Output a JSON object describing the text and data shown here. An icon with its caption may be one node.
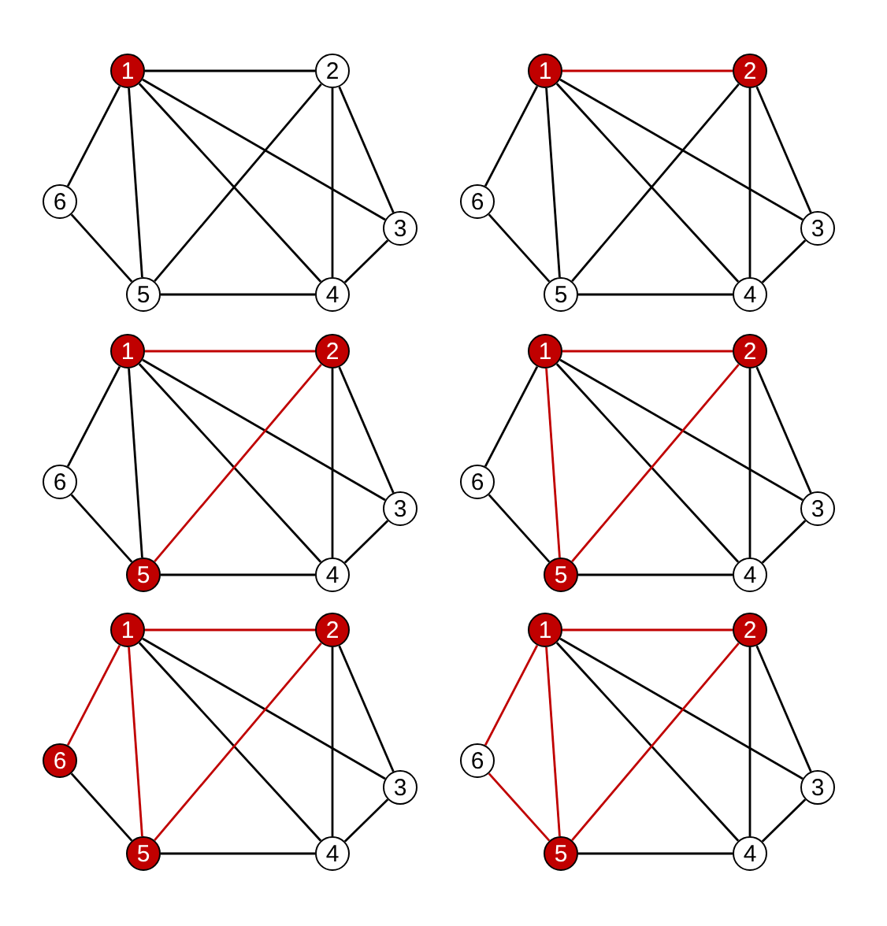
{
  "diagram": {
    "nodes": [
      {
        "text": [
          "1"
        ]
      },
      {
        "text": [
          "2"
        ]
      },
      {
        "text": [
          "3"
        ]
      },
      {
        "text": [
          "4"
        ]
      },
      {
        "text": [
          "5"
        ]
      },
      {
        "text": [
          "6"
        ]
      },
      {
        "text": [
          "1"
        ]
      },
      {
        "text": [
          "2"
        ]
      },
      {
        "text": [
          "3"
        ]
      },
      {
        "text": [
          "4"
        ]
      },
      {
        "text": [
          "5"
        ]
      },
      {
        "text": [
          "6"
        ]
      },
      {
        "text": [
          "1"
        ]
      },
      {
        "text": [
          "2"
        ]
      },
      {
        "text": [
          "3"
        ]
      },
      {
        "text": [
          "4"
        ]
      },
      {
        "text": [
          "5"
        ]
      },
      {
        "text": [
          "6"
        ]
      },
      {
        "text": [
          "1"
        ]
      },
      {
        "text": [
          "2"
        ]
      },
      {
        "text": [
          "3"
        ]
      },
      {
        "text": [
          "4"
        ]
      },
      {
        "text": [
          "5"
        ]
      },
      {
        "text": [
          "6"
        ]
      },
      {
        "text": [
          "1"
        ]
      },
      {
        "text": [
          "2"
        ]
      },
      {
        "text": [
          "3"
        ]
      },
      {
        "text": [
          "4"
        ]
      },
      {
        "text": [
          "5"
        ]
      },
      {
        "text": [
          "6"
        ]
      },
      {
        "text": [
          "1"
        ]
      },
      {
        "text": [
          "2"
        ]
      },
      {
        "text": [
          "3"
        ]
      },
      {
        "text": [
          "4"
        ]
      },
      {
        "text": [
          "5"
        ]
      },
      {
        "text": [
          "6"
        ]
      }
    ],
    "edges": [
      {
        "from": 0,
        "to": 1,
        "arrow": "none"
      },
      {
        "from": 0,
        "to": 5,
        "arrow": "none"
      },
      {
        "from": 0,
        "to": 4,
        "arrow": "none"
      },
      {
        "from": 0,
        "to": 3,
        "arrow": "none"
      },
      {
        "from": 0,
        "to": 2,
        "arrow": "none"
      },
      {
        "from": 1,
        "to": 4,
        "arrow": "none"
      },
      {
        "from": 1,
        "to": 3,
        "arrow": "none"
      },
      {
        "from": 1,
        "to": 2,
        "arrow": "none"
      },
      {
        "from": 5,
        "to": 4,
        "arrow": "none"
      },
      {
        "from": 4,
        "to": 3,
        "arrow": "none"
      },
      {
        "from": 3,
        "to": 2,
        "arrow": "none"
      },
      {
        "from": 6,
        "to": 7,
        "arrow": "none",
        "color": "#c00000"
      },
      {
        "from": 6,
        "to": 11,
        "arrow": "none"
      },
      {
        "from": 6,
        "to": 10,
        "arrow": "none"
      },
      {
        "from": 6,
        "to": 9,
        "arrow": "none"
      },
      {
        "from": 6,
        "to": 8,
        "arrow": "none"
      },
      {
        "from": 7,
        "to": 10,
        "arrow": "none"
      },
      {
        "from": 7,
        "to": 9,
        "arrow": "none"
      },
      {
        "from": 7,
        "to": 8,
        "arrow": "none"
      },
      {
        "from": 11,
        "to": 10,
        "arrow": "none"
      },
      {
        "from": 10,
        "to": 9,
        "arrow": "none"
      },
      {
        "from": 9,
        "to": 8,
        "arrow": "none"
      },
      {
        "from": 12,
        "to": 13,
        "arrow": "none",
        "color": "#c00000"
      },
      {
        "from": 12,
        "to": 17,
        "arrow": "none"
      },
      {
        "from": 12,
        "to": 16,
        "arrow": "none"
      },
      {
        "from": 12,
        "to": 15,
        "arrow": "none"
      },
      {
        "from": 12,
        "to": 14,
        "arrow": "none"
      },
      {
        "from": 13,
        "to": 16,
        "arrow": "none",
        "color": "#c00000"
      },
      {
        "from": 13,
        "to": 15,
        "arrow": "none"
      },
      {
        "from": 13,
        "to": 14,
        "arrow": "none"
      },
      {
        "from": 17,
        "to": 16,
        "arrow": "none"
      },
      {
        "from": 16,
        "to": 15,
        "arrow": "none"
      },
      {
        "from": 15,
        "to": 14,
        "arrow": "none"
      },
      {
        "from": 18,
        "to": 19,
        "arrow": "none",
        "color": "#c00000"
      },
      {
        "from": 18,
        "to": 23,
        "arrow": "none"
      },
      {
        "from": 18,
        "to": 22,
        "arrow": "none",
        "color": "#c00000"
      },
      {
        "from": 18,
        "to": 21,
        "arrow": "none"
      },
      {
        "from": 18,
        "to": 20,
        "arrow": "none"
      },
      {
        "from": 19,
        "to": 22,
        "arrow": "none",
        "color": "#c00000"
      },
      {
        "from": 19,
        "to": 21,
        "arrow": "none"
      },
      {
        "from": 19,
        "to": 20,
        "arrow": "none"
      },
      {
        "from": 23,
        "to": 22,
        "arrow": "none"
      },
      {
        "from": 22,
        "to": 21,
        "arrow": "none"
      },
      {
        "from": 21,
        "to": 20,
        "arrow": "none"
      },
      {
        "from": 24,
        "to": 25,
        "arrow": "none",
        "color": "#c00000"
      },
      {
        "from": 24,
        "to": 29,
        "arrow": "none",
        "color": "#c00000"
      },
      {
        "from": 24,
        "to": 28,
        "arrow": "none",
        "color": "#c00000"
      },
      {
        "from": 24,
        "to": 27,
        "arrow": "none"
      },
      {
        "from": 24,
        "to": 26,
        "arrow": "none"
      },
      {
        "from": 25,
        "to": 28,
        "arrow": "none",
        "color": "#c00000"
      },
      {
        "from": 25,
        "to": 27,
        "arrow": "none"
      },
      {
        "from": 25,
        "to": 26,
        "arrow": "none"
      },
      {
        "from": 29,
        "to": 28,
        "arrow": "none"
      },
      {
        "from": 28,
        "to": 27,
        "arrow": "none"
      },
      {
        "from": 27,
        "to": 26,
        "arrow": "none"
      },
      {
        "from": 30,
        "to": 31,
        "arrow": "none",
        "color": "#c00000"
      },
      {
        "from": 30,
        "to": 35,
        "arrow": "none",
        "color": "#c00000"
      },
      {
        "from": 30,
        "to": 34,
        "arrow": "none",
        "color": "#c00000"
      },
      {
        "from": 30,
        "to": 33,
        "arrow": "none"
      },
      {
        "from": 30,
        "to": 32,
        "arrow": "none"
      },
      {
        "from": 31,
        "to": 34,
        "arrow": "none",
        "color": "#c00000"
      },
      {
        "from": 31,
        "to": 33,
        "arrow": "none"
      },
      {
        "from": 31,
        "to": 32,
        "arrow": "none"
      },
      {
        "from": 35,
        "to": 34,
        "arrow": "none",
        "color": "#c00000"
      },
      {
        "from": 34,
        "to": 33,
        "arrow": "none"
      },
      {
        "from": 33,
        "to": 32,
        "arrow": "none"
      }
    ]
  }
}
